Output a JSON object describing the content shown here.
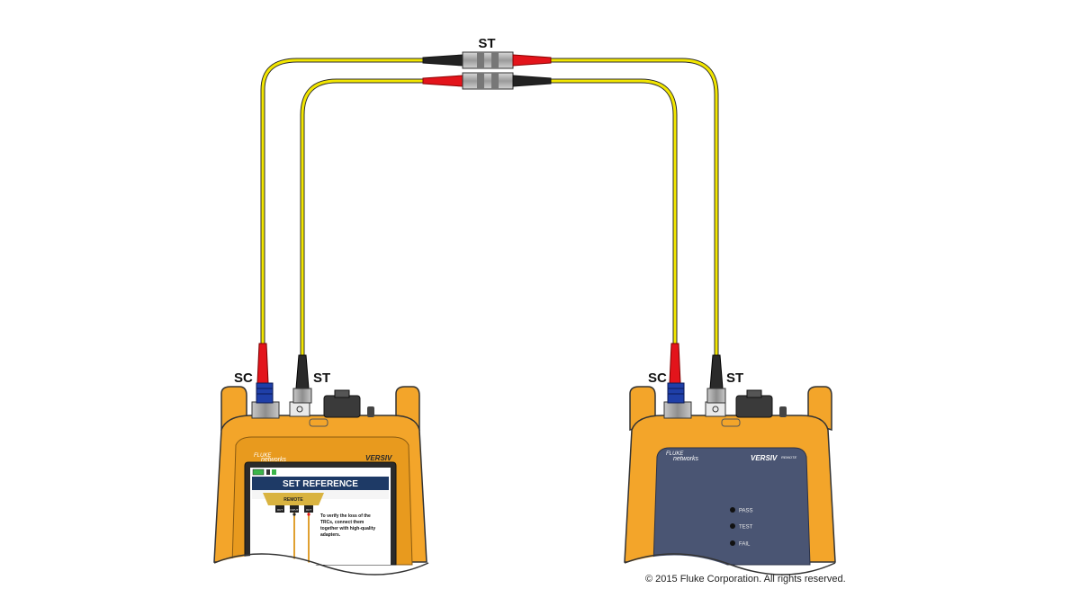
{
  "labels": {
    "adapter_top": "ST",
    "main_sc": "SC",
    "main_st": "ST",
    "remote_sc": "SC",
    "remote_st": "ST"
  },
  "main_unit": {
    "brand_small": "FLUKE",
    "brand_networks": "networks",
    "model": "VERSIV",
    "screen": {
      "title": "SET REFERENCE",
      "remote_label": "REMOTE",
      "port_labels": [
        "OUT",
        "INPUT",
        "OUT"
      ],
      "instruction_lines": [
        "To verify the loss of the",
        "TRCs, connect them",
        "together with high-quality",
        "adapters."
      ]
    }
  },
  "remote_unit": {
    "brand_small": "FLUKE",
    "brand_networks": "networks",
    "model": "VERSIV",
    "model_suffix": "REMOTE",
    "leds": [
      "PASS",
      "TEST",
      "FAIL"
    ]
  },
  "footer": {
    "copyright": "© 2015 Fluke Corporation. All rights reserved."
  },
  "colors": {
    "cable": "#f2e600",
    "case": "#f3a52a",
    "connector_red": "#e3141b",
    "connector_black": "#2a2a2a",
    "sc_blue": "#1f3fa8",
    "remote_panel": "#4a5573",
    "screen_header": "#1e3a66"
  }
}
